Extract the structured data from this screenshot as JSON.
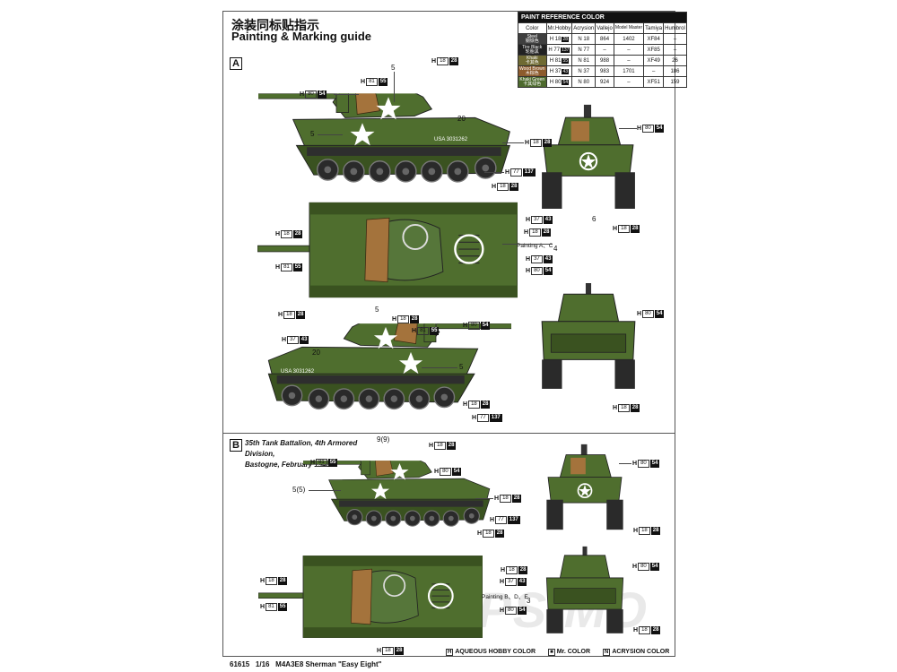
{
  "title_cn": "涂装同标贴指示",
  "title_en": "Painting & Marking guide",
  "colors": {
    "olive": "#4f6e2e",
    "olive_dark": "#3a5220",
    "olive_light": "#67883d",
    "tan": "#a4733c",
    "steel": "#3f3f3f",
    "tire": "#2a2a2a",
    "wood": "#8a5a2b",
    "khaki_swatch": "#6f6a32",
    "brown_swatch": "#8d5b2d",
    "green_swatch": "#4d6a2d"
  },
  "paint_table": {
    "header": "PAINT  REFERENCE  COLOR",
    "columns": [
      "Color",
      "Mr.Hobby",
      "Acrysion",
      "Vallejo",
      "Model Master",
      "Tamiya",
      "Humbrol"
    ],
    "rows": [
      {
        "name": "Steel",
        "name_cn": "钢铁色",
        "mr_h": "H",
        "mr_n": "18",
        "mr_ck": "28",
        "acr_n": "N",
        "acr": "18",
        "vallejo": "864",
        "mm": "1402",
        "tamiya": "XF84",
        "humbrol": "–"
      },
      {
        "name": "Tire Black",
        "name_cn": "轮胎黑",
        "mr_h": "H",
        "mr_n": "77",
        "mr_ck": "137",
        "acr_n": "N",
        "acr": "77",
        "vallejo": "–",
        "mm": "–",
        "tamiya": "XF85",
        "humbrol": "–"
      },
      {
        "name": "Khaki",
        "name_cn": "卡其色",
        "mr_h": "H",
        "mr_n": "81",
        "mr_ck": "55",
        "acr_n": "N",
        "acr": "81",
        "vallejo": "988",
        "mm": "–",
        "tamiya": "XF49",
        "humbrol": "26"
      },
      {
        "name": "Wood Brown",
        "name_cn": "木棕色",
        "mr_h": "H",
        "mr_n": "37",
        "mr_ck": "43",
        "acr_n": "N",
        "acr": "37",
        "vallejo": "983",
        "mm": "1701",
        "tamiya": "–",
        "humbrol": "186"
      },
      {
        "name": "Khaki Green",
        "name_cn": "卡其绿色",
        "mr_h": "H",
        "mr_n": "80",
        "mr_ck": "54",
        "acr_n": "N",
        "acr": "80",
        "vallejo": "924",
        "mm": "–",
        "tamiya": "XF51",
        "humbrol": "159"
      }
    ]
  },
  "section_a": {
    "letter": "A",
    "numbers": {
      "n5a": "5",
      "n5b": "5",
      "n20a": "20",
      "n5c": "5",
      "n20b": "20",
      "n5d": "5",
      "n4": "4",
      "n6": "6"
    },
    "painting_note": "Painting A、C",
    "usa_serial": "USA 3031262"
  },
  "section_b": {
    "letter": "B",
    "caption_1": "35th Tank Battalion, 4th Armored Division,",
    "caption_2": "Bastogne, February 1945.",
    "numbers": {
      "n9": "9(9)",
      "n5": "5(5)",
      "n3": "3"
    },
    "painting_note": "Painting B、D、E"
  },
  "callouts": {
    "h18_28": {
      "h": "H",
      "n": "18",
      "ck": "28"
    },
    "h81_55": {
      "h": "H",
      "n": "81",
      "ck": "55"
    },
    "h80_54": {
      "h": "H",
      "n": "80",
      "ck": "54"
    },
    "h77_137": {
      "h": "H",
      "n": "77",
      "ck": "137"
    },
    "h37_43": {
      "h": "H",
      "n": "37",
      "ck": "43"
    }
  },
  "legend": {
    "h_box": "H",
    "aqueous": "AQUEOUS HOBBY COLOR",
    "mr_box": "■",
    "mr": "Mr. COLOR",
    "n_box": "N",
    "acrysion": "ACRYSION COLOR"
  },
  "footer": {
    "code": "61615",
    "scale": "1/16",
    "name": "M4A3E8 Sherman \"Easy Eight\""
  },
  "watermark": "UPS MO"
}
